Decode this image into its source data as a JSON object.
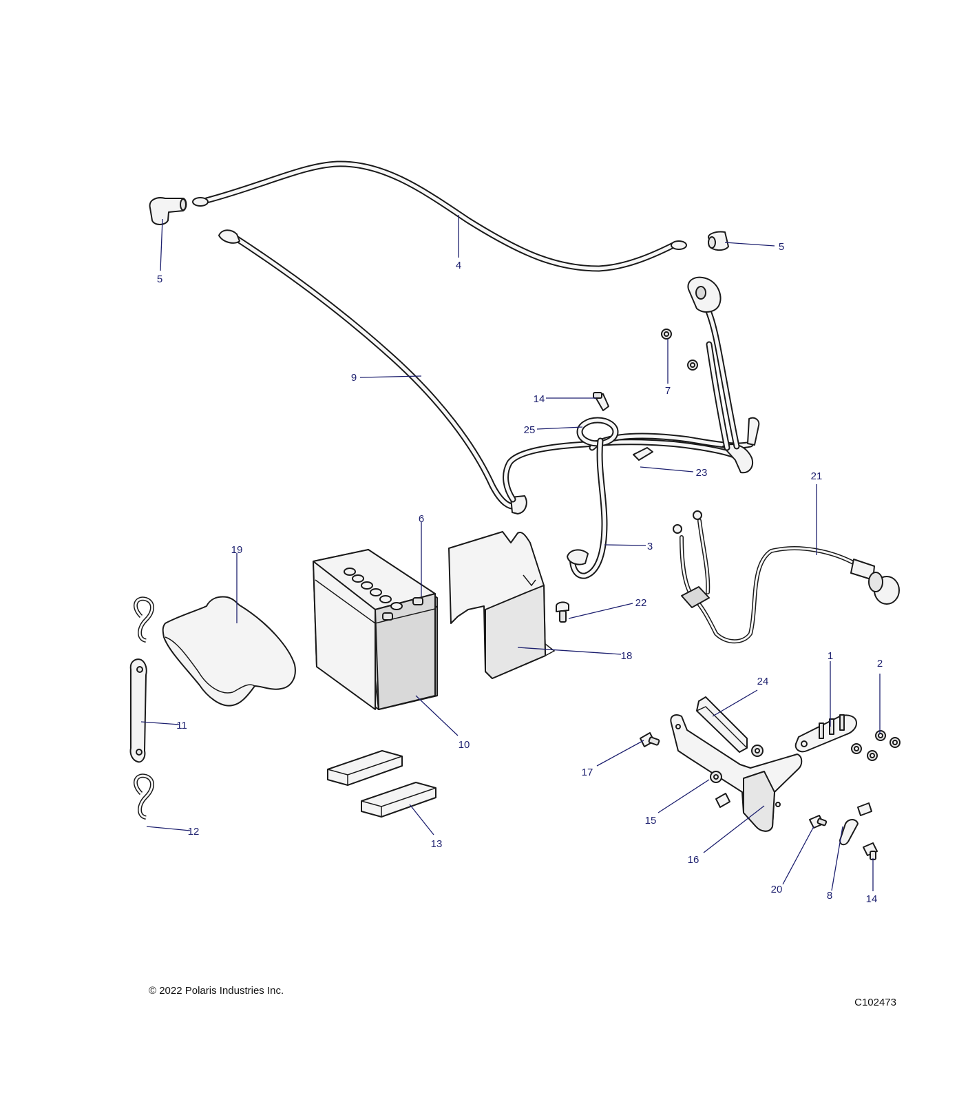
{
  "callouts": [
    {
      "label": "5"
    },
    {
      "label": "4"
    },
    {
      "label": "5"
    },
    {
      "label": "9"
    },
    {
      "label": "7"
    },
    {
      "label": "14"
    },
    {
      "label": "25"
    },
    {
      "label": "23"
    },
    {
      "label": "21"
    },
    {
      "label": "6"
    },
    {
      "label": "19"
    },
    {
      "label": "3"
    },
    {
      "label": "22"
    },
    {
      "label": "18"
    },
    {
      "label": "1"
    },
    {
      "label": "2"
    },
    {
      "label": "24"
    },
    {
      "label": "11"
    },
    {
      "label": "10"
    },
    {
      "label": "17"
    },
    {
      "label": "15"
    },
    {
      "label": "16"
    },
    {
      "label": "13"
    },
    {
      "label": "12"
    },
    {
      "label": "20"
    },
    {
      "label": "8"
    },
    {
      "label": "14"
    }
  ],
  "footer": {
    "copyright": "© 2022 Polaris Industries Inc.",
    "diagram_code": "C102473"
  }
}
